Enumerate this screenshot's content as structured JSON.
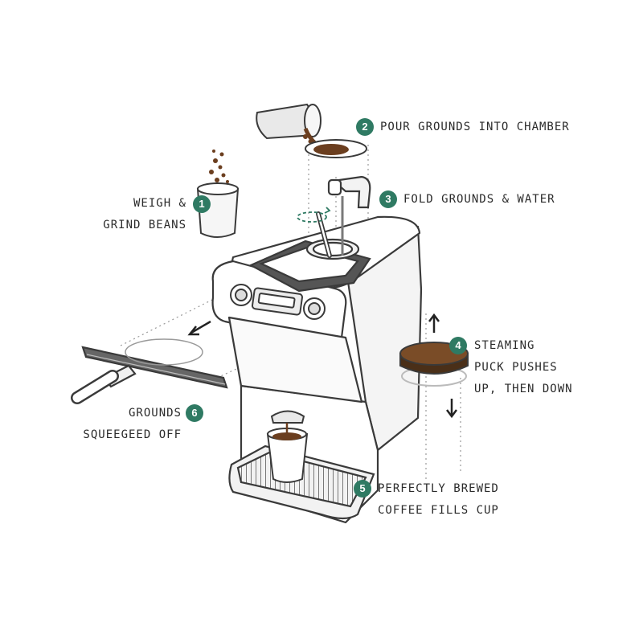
{
  "steps": [
    {
      "number": "1",
      "lines": [
        "WEIGH &",
        "GRIND BEANS"
      ]
    },
    {
      "number": "2",
      "lines": [
        "POUR GROUNDS INTO CHAMBER"
      ]
    },
    {
      "number": "3",
      "lines": [
        "FOLD GROUNDS & WATER"
      ]
    },
    {
      "number": "4",
      "lines": [
        "STEAMING",
        "PUCK PUSHES",
        "UP, THEN DOWN"
      ]
    },
    {
      "number": "5",
      "lines": [
        "PERFECTLY BREWED",
        "COFFEE FILLS CUP"
      ]
    },
    {
      "number": "6",
      "lines": [
        "GROUNDS",
        "SQUEEGEED OFF"
      ]
    }
  ],
  "colors": {
    "badge": "#2f7a63",
    "ink": "#3a3a3a",
    "coffee": "#6b3e1f",
    "puck": "#5a3a1e"
  }
}
